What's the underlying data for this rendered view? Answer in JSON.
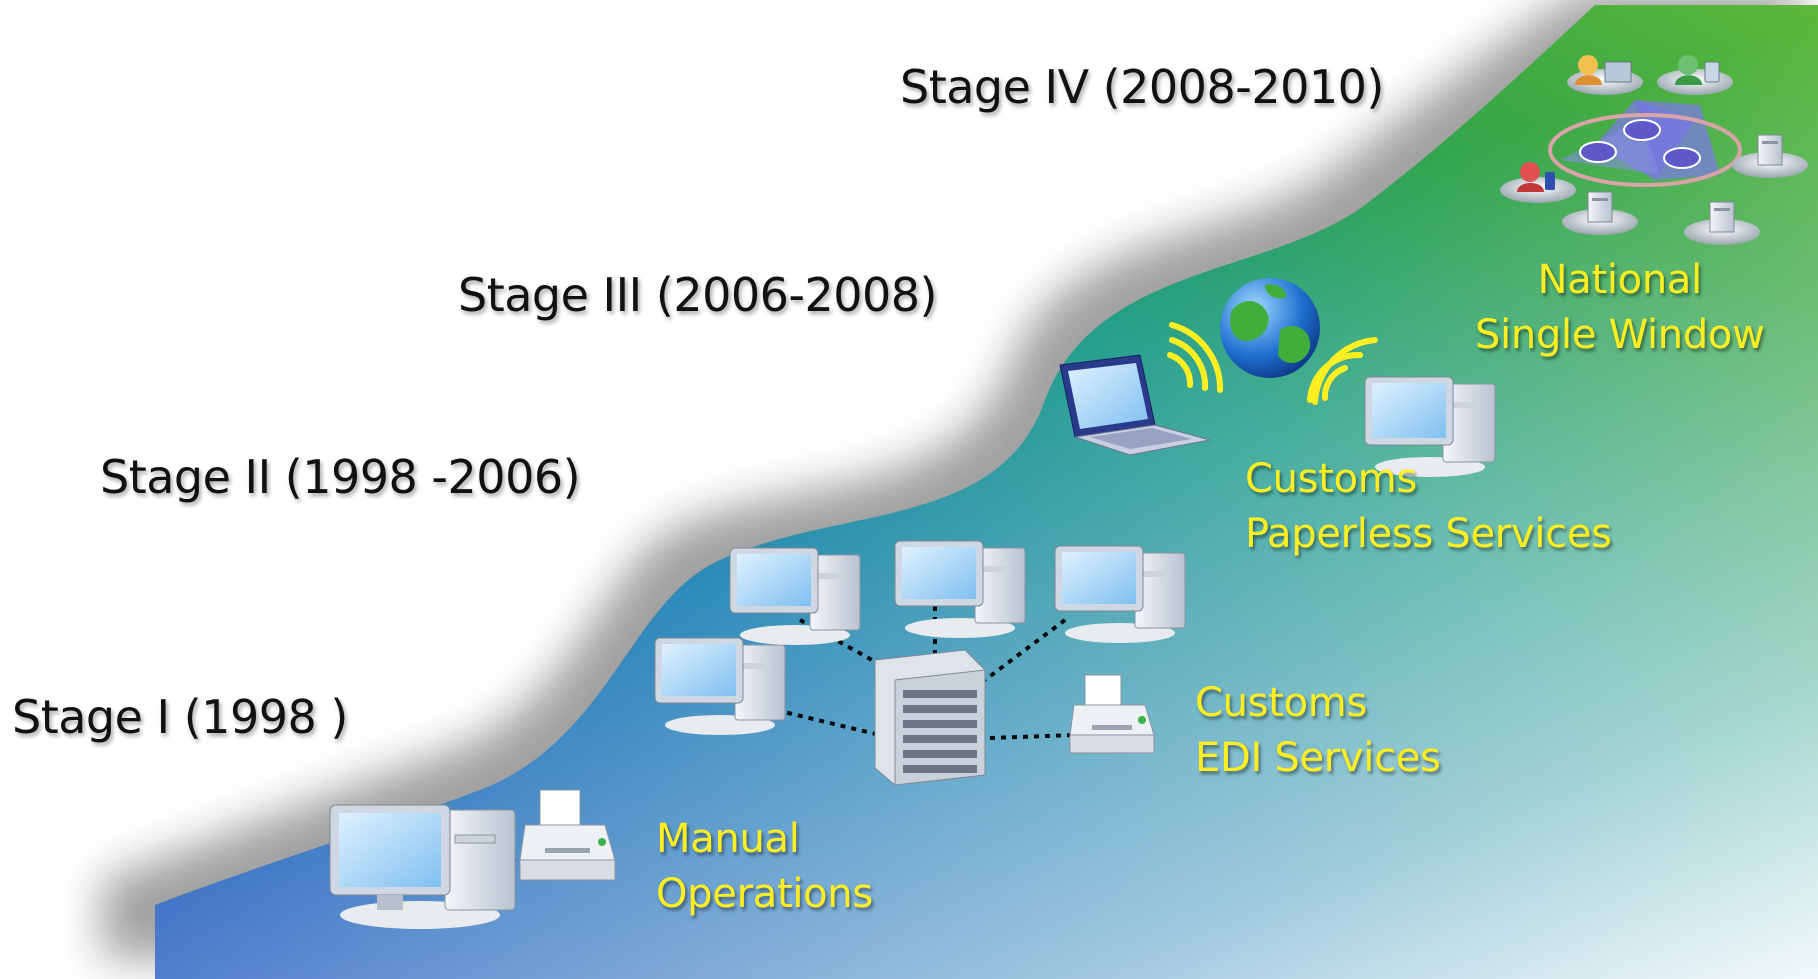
{
  "stages": {
    "stage1": "Stage I (1998 )",
    "stage2": "Stage II (1998 -2006)",
    "stage3": "Stage III (2006-2008)",
    "stage4": "Stage IV (2008-2010)"
  },
  "labels": {
    "manual": [
      "Manual",
      "Operations"
    ],
    "edi": [
      "Customs",
      "EDI Services"
    ],
    "paperless": [
      "Customs",
      "Paperless Services"
    ],
    "nsw": [
      "National",
      "Single Window"
    ]
  },
  "colors": {
    "wave_blue": "#0a55b8",
    "wave_teal": "#1b8f9a",
    "wave_green": "#3aa83a",
    "label_yellow": "#ffee22"
  }
}
